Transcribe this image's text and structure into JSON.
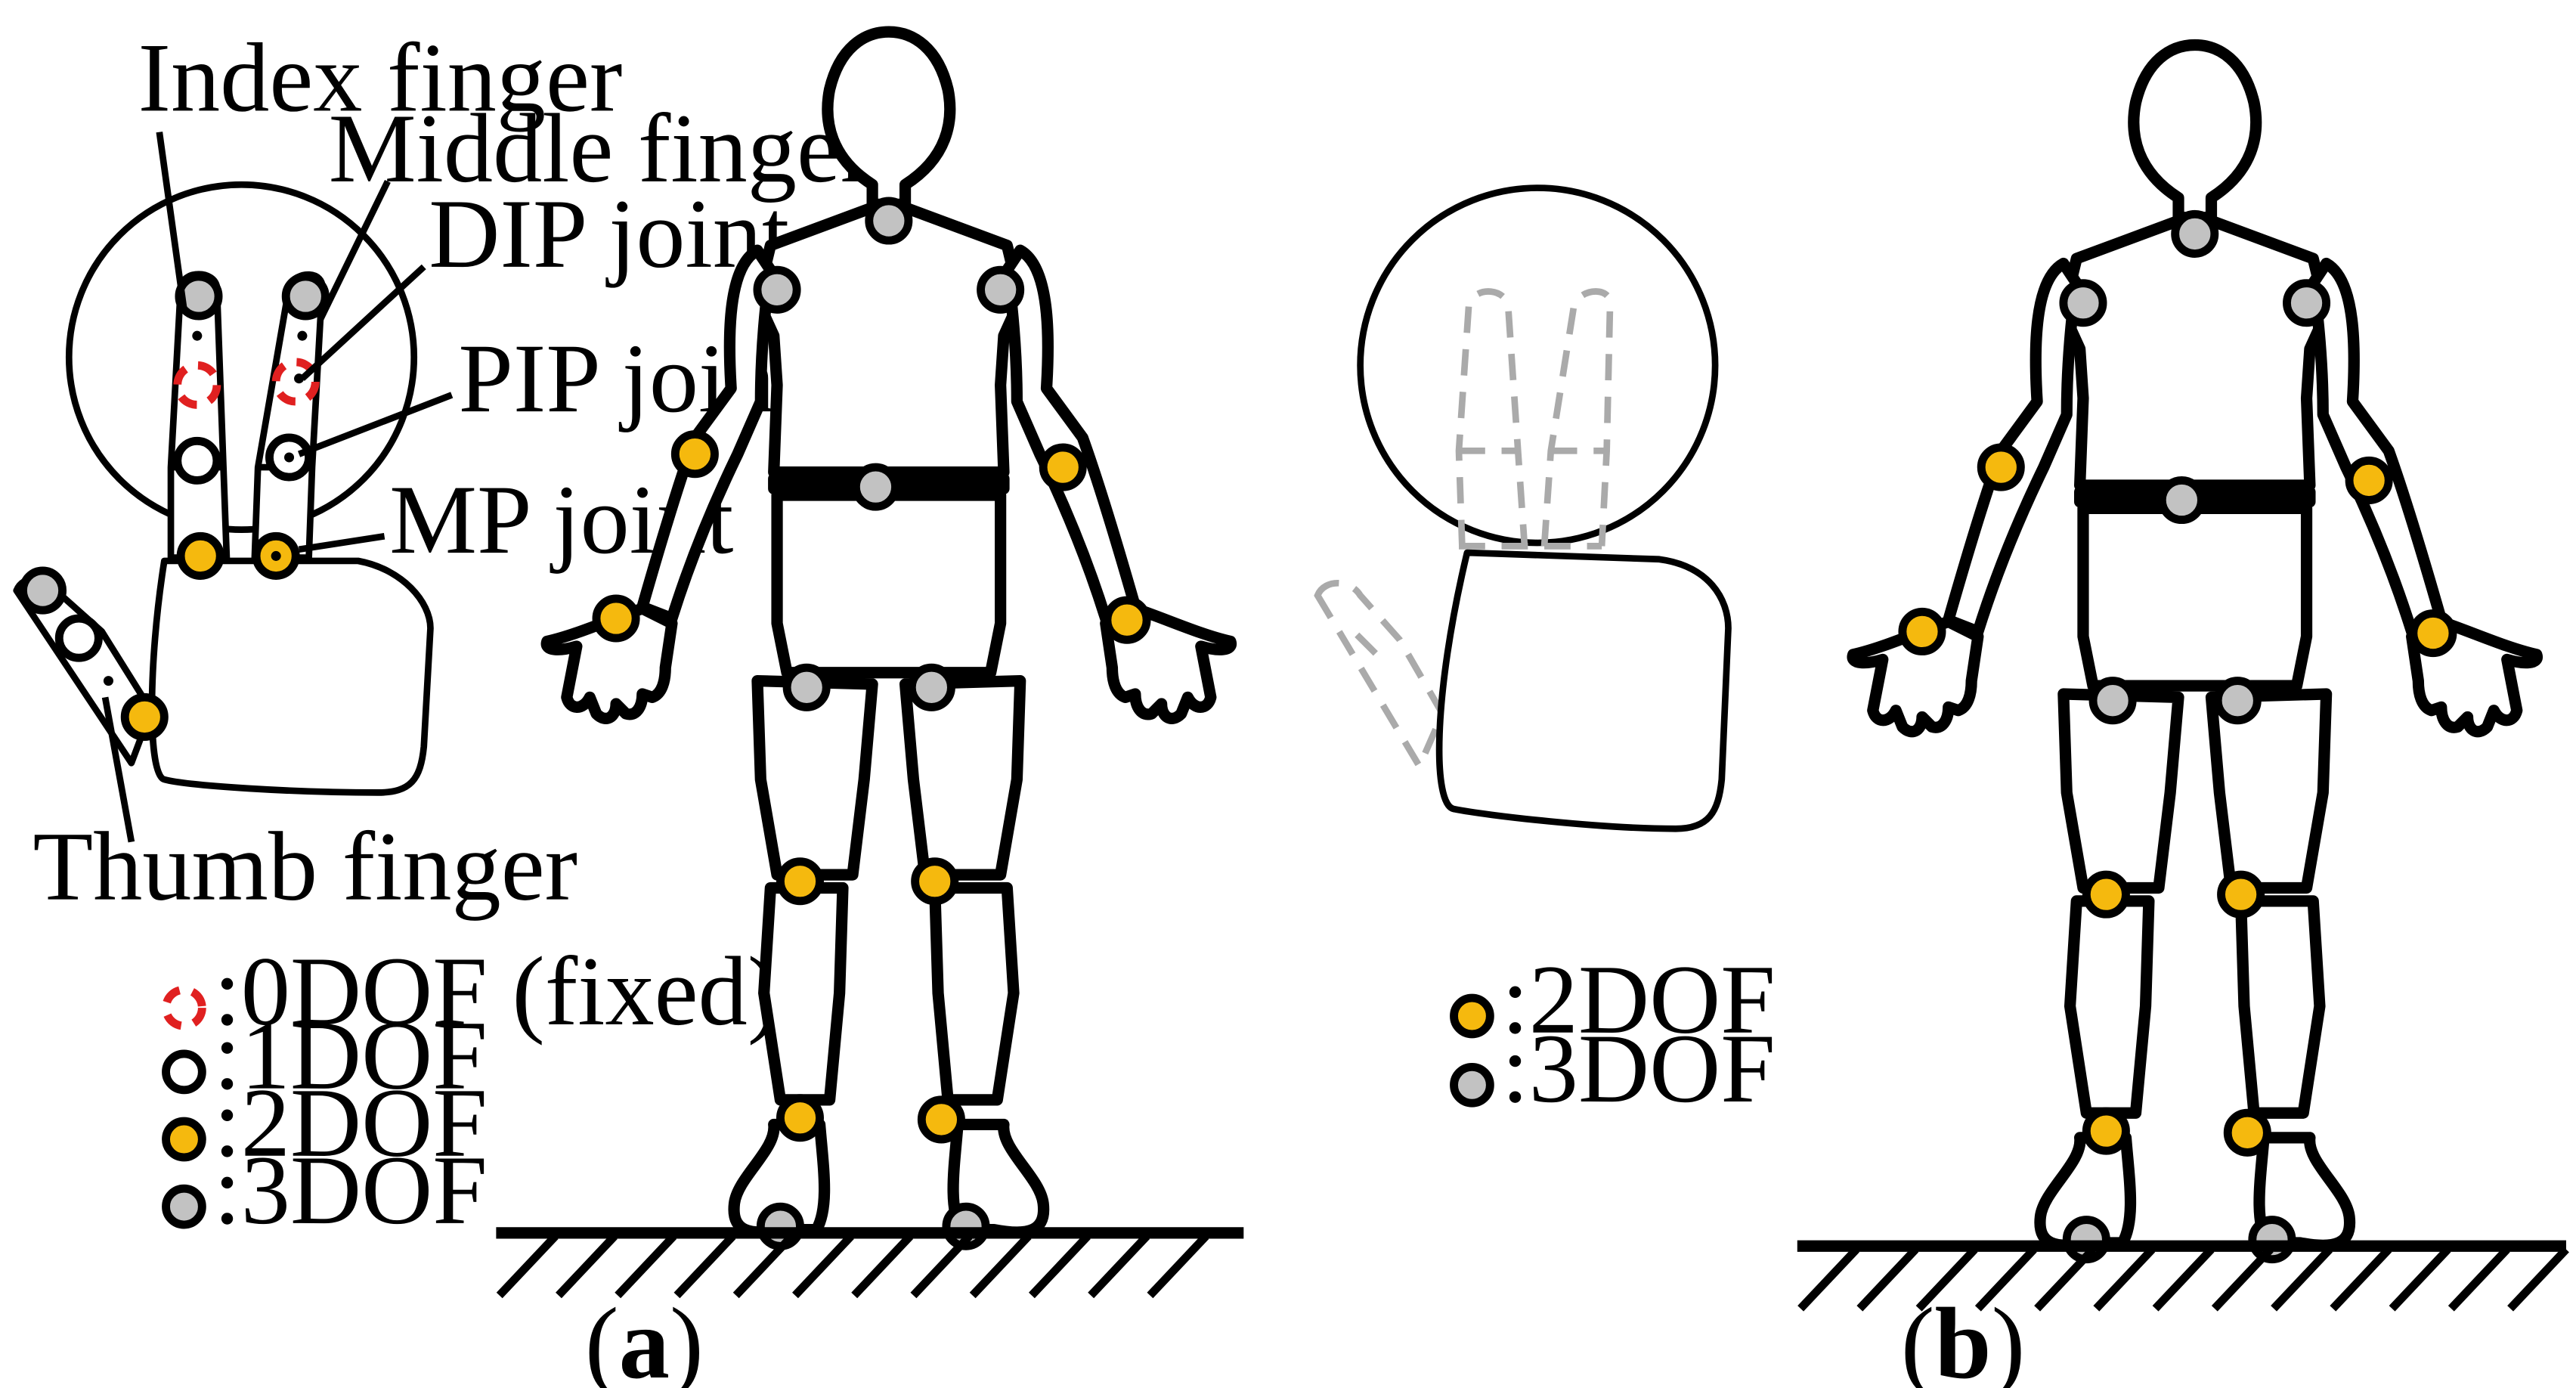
{
  "panel_a": {
    "labels": {
      "index_finger": "Index finger",
      "middle_finger": "Middle finger",
      "dip_joint": "DIP joint",
      "pip_joint": "PIP joint",
      "mp_joint": "MP joint",
      "thumb_finger": "Thumb finger"
    },
    "legend": [
      {
        "marker": "dashed-red-circle",
        "text": ":0DOF (fixed)"
      },
      {
        "marker": "white-circle",
        "text": ":1DOF"
      },
      {
        "marker": "orange-circle",
        "text": ":2DOF"
      },
      {
        "marker": "gray-circle",
        "text": ":3DOF"
      }
    ],
    "caption_open": "(",
    "caption_letter": "a",
    "caption_close": ")"
  },
  "panel_b": {
    "legend": [
      {
        "marker": "orange-circle",
        "text": ":2DOF"
      },
      {
        "marker": "gray-circle",
        "text": ":3DOF"
      }
    ],
    "caption_open": "(",
    "caption_letter": "b",
    "caption_close": ")"
  },
  "colors": {
    "dof0": "#e02020",
    "dof1": "#ffffff",
    "dof2": "#f5b90e",
    "dof3": "#c2c2c2",
    "outline": "#000000"
  }
}
